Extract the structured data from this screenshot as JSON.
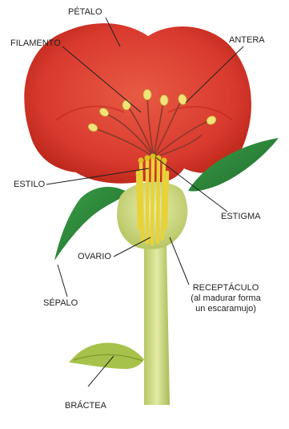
{
  "labels": {
    "petalo": "PÉTALO",
    "filamento": "FILAMENTO",
    "antera": "ANTERA",
    "estilo": "ESTILO",
    "estigma": "ESTIGMA",
    "ovario": "OVARIO",
    "sepalo": "SÉPALO",
    "receptaculo": "RECEPTÁCULO",
    "receptaculo_note_1": "(al madurar forma",
    "receptaculo_note_2": "un escaramujo)",
    "bractea": "BRÁCTEA"
  },
  "colors": {
    "petal": "#d93a2e",
    "petal_dark": "#b82418",
    "sepal": "#2e8a3a",
    "stem": "#c9d77a",
    "receptacle": "#d3df8a",
    "stamen_filament": "#8a3a2a",
    "anther": "#f2e27a",
    "style": "#e8d23a",
    "leader_line": "#222222"
  }
}
